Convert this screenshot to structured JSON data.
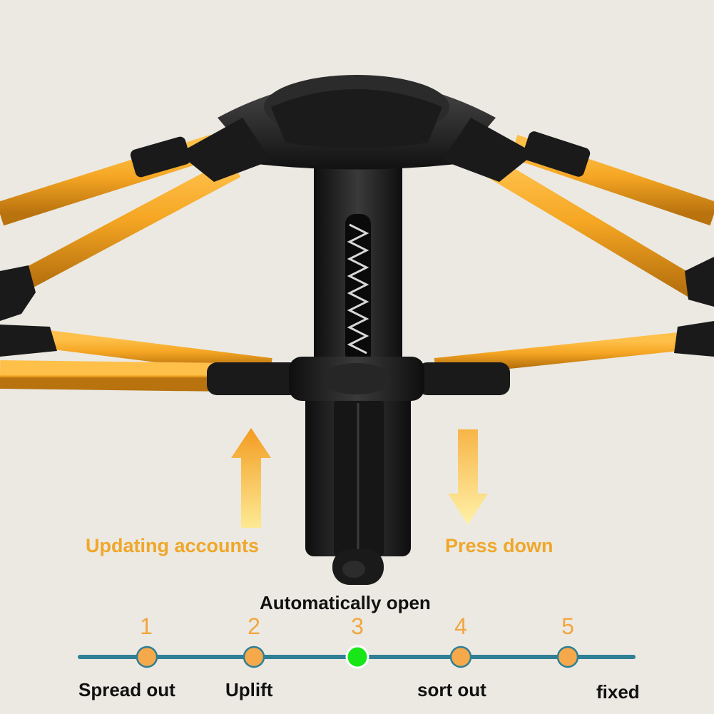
{
  "labels": {
    "left_action": "Updating accounts",
    "right_action": "Press down",
    "center_status": "Automatically open"
  },
  "steps": [
    {
      "number": "1",
      "caption": "Spread out",
      "state": "inactive"
    },
    {
      "number": "2",
      "caption": "Uplift",
      "state": "inactive"
    },
    {
      "number": "3",
      "caption": "",
      "state": "active"
    },
    {
      "number": "4",
      "caption": "sort out",
      "state": "inactive"
    },
    {
      "number": "5",
      "caption": "fixed",
      "state": "inactive"
    }
  ],
  "colors": {
    "background": "#ebe9e2",
    "pole_orange": "#f5a623",
    "hub_black": "#1c1c1c",
    "label_orange": "#f0a72a",
    "step_inactive": "#f5a94a",
    "step_active": "#19e619",
    "timeline_line": "#2f7f95"
  },
  "arrows": {
    "left": "up-arrow",
    "right": "down-arrow"
  }
}
